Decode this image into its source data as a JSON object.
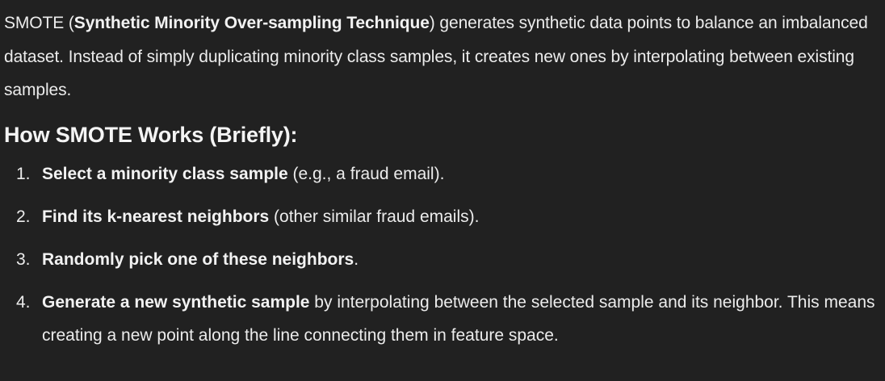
{
  "intro": {
    "prefix": "SMOTE (",
    "bold": "Synthetic Minority Over-sampling Technique",
    "suffix": ") generates synthetic data points to balance an imbalanced dataset. Instead of simply duplicating minority class samples, it creates new ones by interpolating between existing samples."
  },
  "heading": "How SMOTE Works (Briefly):",
  "steps": [
    {
      "num": "1.",
      "bold": "Select a minority class sample",
      "rest": " (e.g., a fraud email)."
    },
    {
      "num": "2.",
      "bold": "Find its k-nearest neighbors",
      "rest": " (other similar fraud emails)."
    },
    {
      "num": "3.",
      "bold": "Randomly pick one of these neighbors",
      "rest": "."
    },
    {
      "num": "4.",
      "bold": "Generate a new synthetic sample",
      "rest": " by interpolating between the selected sample and its neighbor. This means creating a new point along the line connecting them in feature space."
    }
  ]
}
